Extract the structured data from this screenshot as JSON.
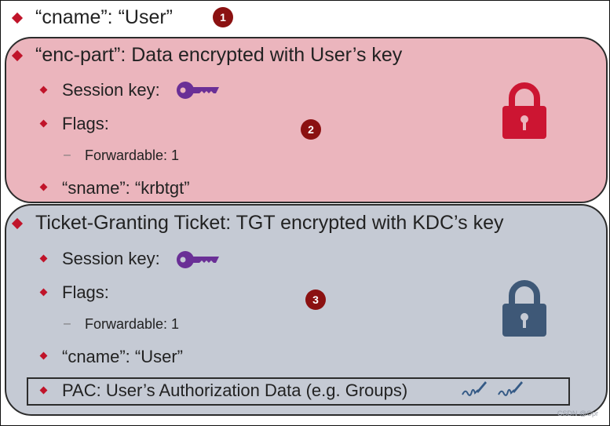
{
  "top": {
    "cname_text": "“cname”: “User”",
    "badge": "1"
  },
  "enc_part": {
    "title": "“enc-part”: Data encrypted with User’s key",
    "session_key": "Session key:",
    "flags": "Flags:",
    "forwardable": "Forwardable: 1",
    "sname": "“sname”: “krbtgt”",
    "badge": "2",
    "lock_color": "#cc1532",
    "key_color": "#6a2f96"
  },
  "tgt": {
    "title": "Ticket-Granting Ticket: TGT encrypted with KDC’s key",
    "session_key": "Session key:",
    "flags": "Flags:",
    "forwardable": "Forwardable: 1",
    "cname": "“cname”: “User”",
    "pac": "PAC: User’s Authorization Data (e.g. Groups)",
    "badge": "3",
    "lock_color": "#3e5877",
    "key_color": "#6a2f96",
    "signature_color": "#355a86"
  },
  "watermark": "CSDN @Opr"
}
